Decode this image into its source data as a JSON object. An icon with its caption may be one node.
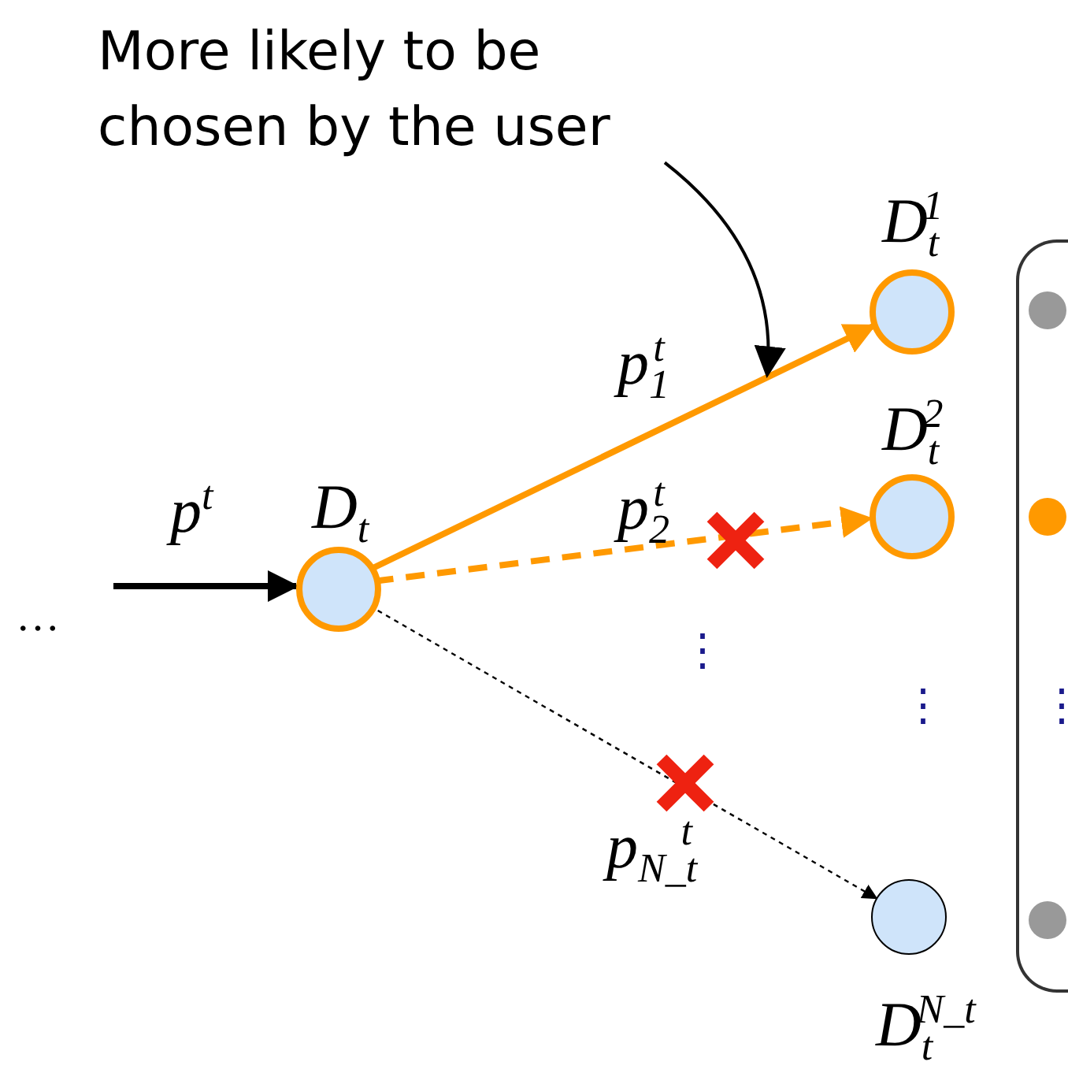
{
  "diagram": {
    "nodes": [
      {
        "text": [
          "D$_{t}$"
        ]
      },
      {
        "text": [
          "D$_{t}$$^{1}$"
        ]
      },
      {
        "text": [
          "D$_{t}$$^{2}$"
        ]
      },
      {
        "text": [
          "D$_{t}$$^{N_t}$"
        ]
      },
      {
        "text": [
          "More likely to be chosen by the user"
        ]
      },
      {
        "text": [],
        "shape": "box"
      },
      {
        "text": [],
        "shape": "circle",
        "in": 5
      },
      {
        "text": [],
        "shape": "circle",
        "in": 5
      },
      {
        "text": [],
        "shape": "circle",
        "in": 5
      }
    ],
    "edges": [
      {
        "from": null,
        "to": 0,
        "arrow": "to",
        "label": "p$^{t}$",
        "color": "#000000"
      },
      {
        "from": 0,
        "to": 1,
        "arrow": "to",
        "label": "p$_{1}$$^{t}$",
        "color": "#ff9900"
      },
      {
        "from": 0,
        "to": 2,
        "arrow": "to",
        "label": "p$_{2}$$^{t}$",
        "style": "dashed",
        "color": "#ff9900"
      },
      {
        "from": 0,
        "to": 3,
        "arrow": "to",
        "label": "p$_{N_t}$$^{t}$",
        "style": "dashed",
        "color": "#000000"
      },
      {
        "from": 4,
        "to": null,
        "arrow": "to"
      }
    ],
    "labels": [
      "…",
      "⋮",
      "⋮",
      "⋮"
    ]
  }
}
